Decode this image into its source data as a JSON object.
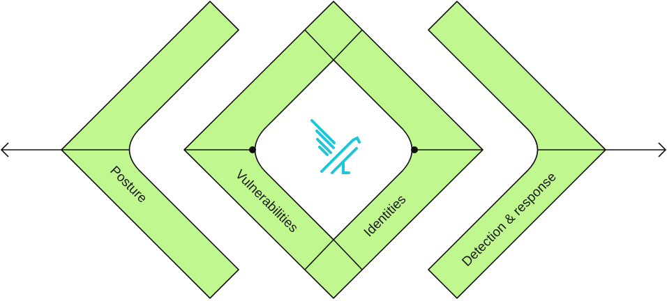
{
  "colors": {
    "band_fill": "#c0f78f",
    "outline": "#111111",
    "logo_accent": "#1fc6d8",
    "background": "#ffffff"
  },
  "labels": {
    "posture": "Posture",
    "vulnerabilities": "Vulnerabilities",
    "identities": "Identities",
    "detection": "Detection & response"
  },
  "icons": {
    "left_arrow": "arrowhead-left-icon",
    "right_arrow": "arrowhead-right-icon",
    "center_logo": "stylized-bird-logo-icon"
  }
}
